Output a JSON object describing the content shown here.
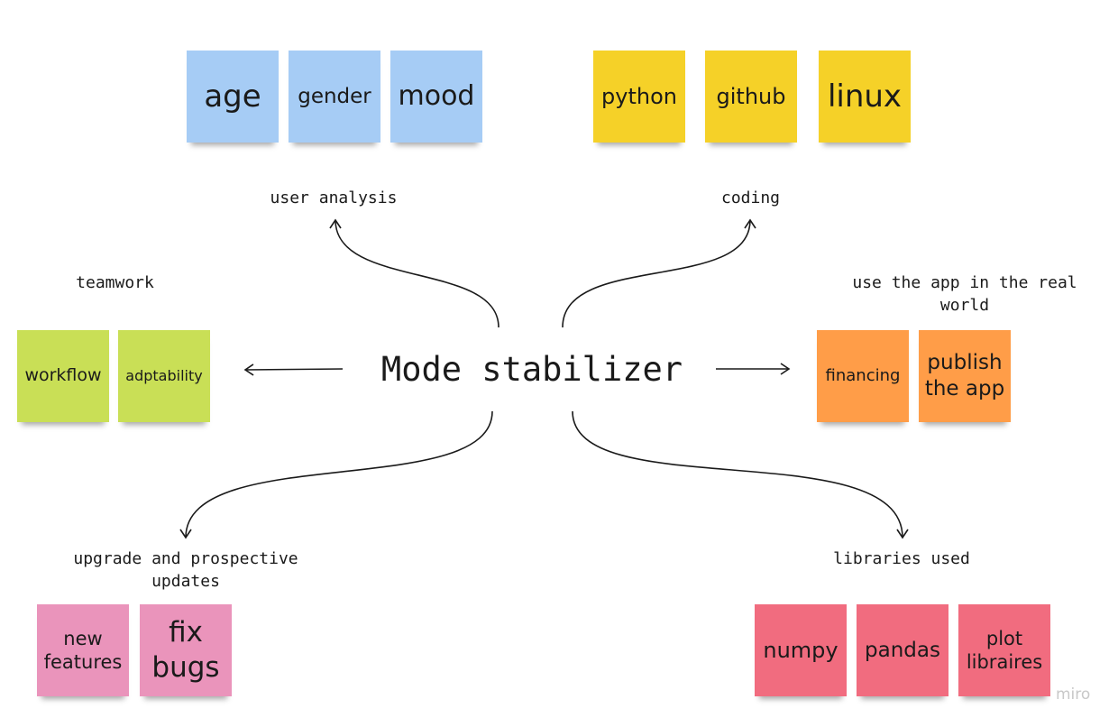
{
  "center_title": "Mode stabilizer",
  "groups": {
    "user_analysis": {
      "label": "user analysis",
      "color": "#a6ccf5",
      "notes": [
        "age",
        "gender",
        "mood"
      ]
    },
    "coding": {
      "label": "coding",
      "color": "#f5d128",
      "notes": [
        "python",
        "github",
        "linux"
      ]
    },
    "teamwork": {
      "label": "teamwork",
      "color": "#c9df56",
      "notes": [
        "workflow",
        "adptability"
      ]
    },
    "real_world": {
      "label": "use the app in the real\nworld",
      "color": "#ff9d48",
      "notes": [
        "financing",
        "publish\nthe app"
      ]
    },
    "upgrades": {
      "label": "upgrade and prospective\nupdates",
      "color": "#ea94bb",
      "notes": [
        "new\nfeatures",
        "fix\nbugs"
      ]
    },
    "libraries": {
      "label": "libraries used",
      "color": "#f16c7f",
      "notes": [
        "numpy",
        "pandas",
        "plot\nlibraires"
      ]
    }
  },
  "watermark": "miro"
}
